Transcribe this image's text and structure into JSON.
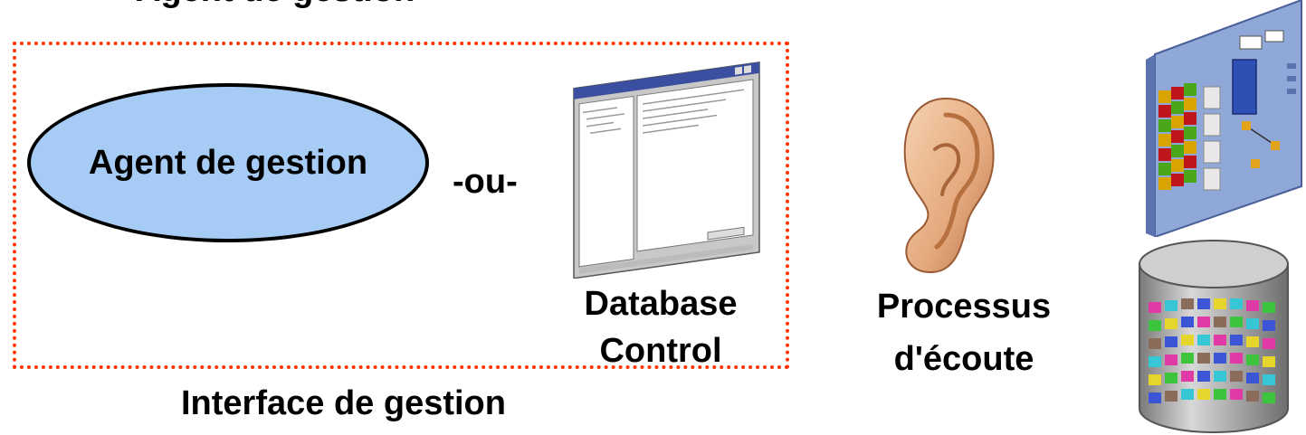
{
  "diagram": {
    "top_cut_text": "Agent de gestion",
    "agent_label": "Agent de gestion",
    "or_label": "-ou-",
    "db_control_line1": "Database",
    "db_control_line2": "Control",
    "listener_line1": "Processus",
    "listener_line2": "d'écoute",
    "interface_label": "Interface de gestion"
  },
  "colors": {
    "dotted_border": "#ff3300",
    "ellipse_fill": "#a6ccf5"
  },
  "icons": [
    "window-screenshot-icon",
    "ear-icon",
    "instance-icon",
    "database-icon"
  ]
}
